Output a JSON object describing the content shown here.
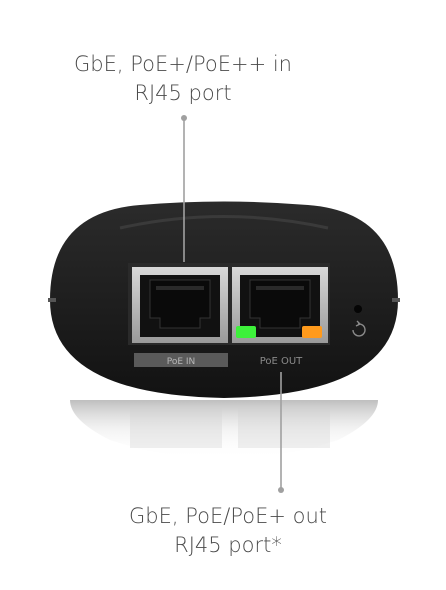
{
  "callouts": {
    "top": {
      "line1": "GbE, PoE+/PoE++ in",
      "line2": "RJ45 port"
    },
    "bottom": {
      "line1": "GbE, PoE/PoE+ out",
      "line2": "RJ45 port*"
    }
  },
  "device": {
    "port_in_label": "PoE IN",
    "port_out_label": "PoE OUT",
    "led_left_color": "#3df03a",
    "led_right_color": "#ff9a1c",
    "body_color": "#1f1f1f"
  }
}
